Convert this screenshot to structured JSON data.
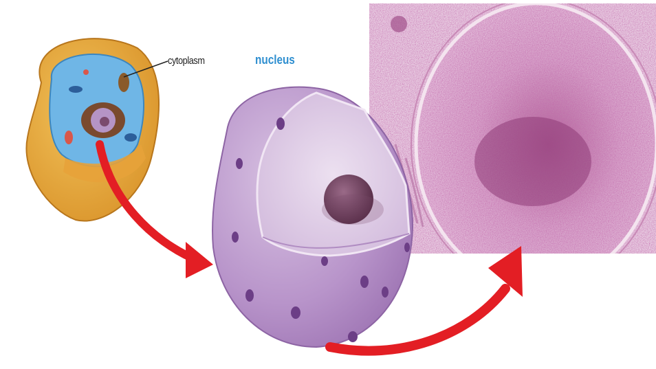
{
  "diagram": {
    "labels": {
      "cytoplasm": "cytoplasm",
      "nucleus": "nucleus"
    },
    "colors": {
      "cell_membrane": "#e8a83a",
      "cytoplasm_fill": "#6fb6e6",
      "nucleus_purple": "#b58fc8",
      "nucleolus": "#6b3a5a",
      "arrow_red": "#e31e24",
      "micrograph_pink": "#c98ab4"
    },
    "icons": [
      "animal-cell-illustration",
      "nucleus-cutaway-illustration",
      "electron-micrograph",
      "red-arrow"
    ]
  }
}
